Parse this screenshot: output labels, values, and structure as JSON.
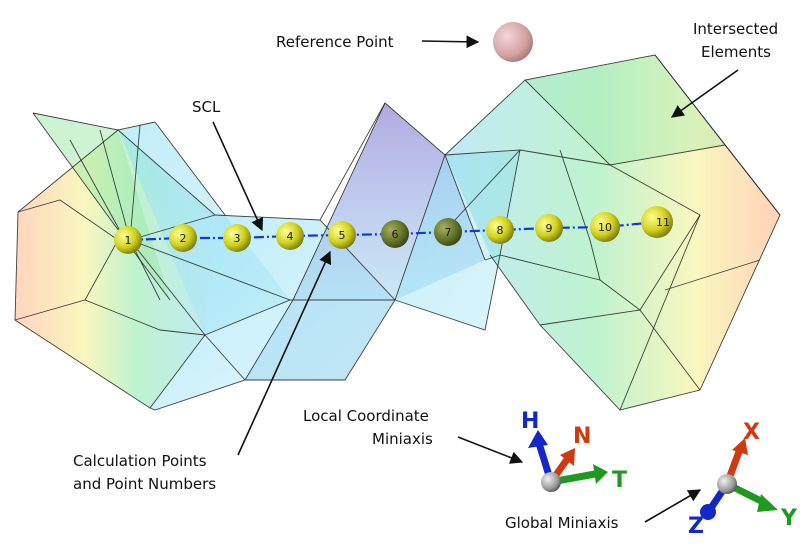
{
  "labels": {
    "reference_point": "Reference Point",
    "intersected_line1": "Intersected",
    "intersected_line2": "Elements",
    "scl": "SCL",
    "local_line1": "Local Coordinate",
    "local_line2": "Miniaxis",
    "calc_line1": "Calculation Points",
    "calc_line2": "and Point Numbers",
    "global": "Global Miniaxis"
  },
  "points": [
    "1",
    "2",
    "3",
    "4",
    "5",
    "6",
    "7",
    "8",
    "9",
    "10",
    "11"
  ],
  "local_axes": {
    "h": "H",
    "n": "N",
    "t": "T"
  },
  "global_axes": {
    "x": "X",
    "y": "Y",
    "z": "Z"
  },
  "colors": {
    "axis_blue": "#1428c8",
    "axis_red": "#d03a10",
    "axis_green": "#1f9a1f",
    "scl_line": "#1438d8",
    "point_yellow": "#d8d820",
    "point_dark": "#6b7a2a",
    "reference_point": "#d9a8a8"
  }
}
